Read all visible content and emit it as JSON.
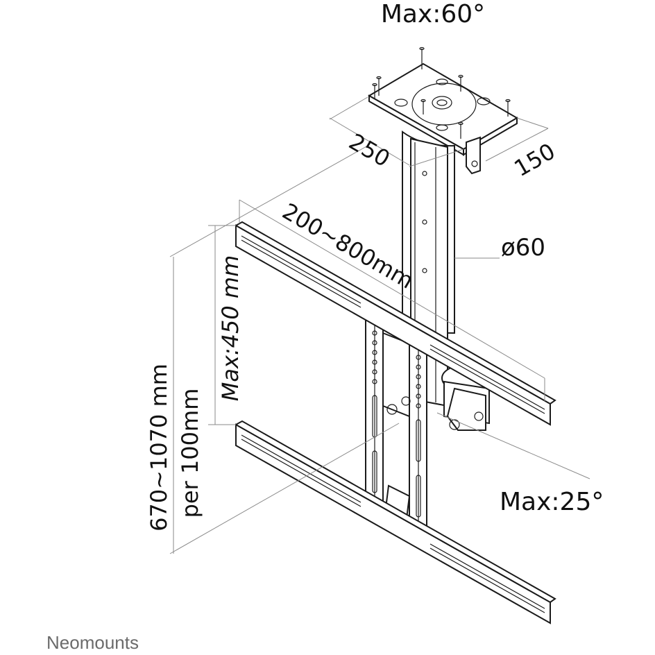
{
  "labels": {
    "top_tilt": "Max:60°",
    "plate_width": "250",
    "plate_depth": "150",
    "rail_width": "200~800mm",
    "tube_diameter": "ø60",
    "vesa_height": "Max:450 mm",
    "drop_range": "670~1070 mm",
    "drop_step": "per 100mm",
    "bottom_tilt": "Max:25°"
  },
  "brand": "Neomounts",
  "colors": {
    "line": "#1a1a1a",
    "dimension": "#8a8a8a",
    "brand": "#6b6b6b"
  }
}
